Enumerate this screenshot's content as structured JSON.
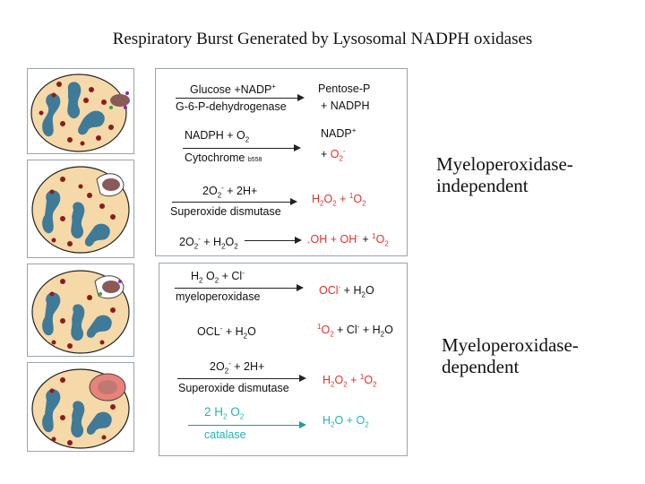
{
  "title": "Respiratory Burst Generated by Lysosomal NADPH oxidases",
  "side_labels": {
    "independent_line1": "Myeloperoxidase-",
    "independent_line2": "independent",
    "dependent_line1": "Myeloperoxidase-",
    "dependent_line2": "dependent"
  },
  "upper": {
    "r1_left": "Glucose +NADP",
    "r1_left_sup": "+",
    "r1_enzyme": "G-6-P-dehydrogenase",
    "r1_right_top": "Pentose-P",
    "r1_right_bottom": "+ NADPH",
    "r2_left": "NADPH + O",
    "r2_left_sub": "2",
    "r2_enzyme": "Cytochrome",
    "r2_enzyme_sub": "b558",
    "r2_right_top": "NADP",
    "r2_right_top_sup": "+",
    "r2_right_bottom_plus": "+ ",
    "r2_right_bottom": "O",
    "r2_right_bottom_sub": "2",
    "r2_right_bottom_sup": "-",
    "r3_left": "2O",
    "r3_left_sub": "2",
    "r3_left_sup": "-",
    "r3_left_rest": " + 2H+",
    "r3_enzyme": "Superoxide dismutase",
    "r3_right": "H",
    "r3_right_sub": "2",
    "r3_right_b": "O",
    "r3_right_b_sub": "2",
    "r3_right_c": " + ",
    "r3_right_c_sup": "1",
    "r3_right_d": "O",
    "r3_right_d_sub": "2",
    "r4_left": "2O",
    "r4_left_sub": "2",
    "r4_left_sup": "-",
    "r4_left_rest": " + H",
    "r4_left_sub2": "2",
    "r4_left_rest2": "O",
    "r4_left_sub3": "2",
    "r4_right": ".OH + OH",
    "r4_right_sup": "-",
    "r4_right_b": " + ",
    "r4_right_b_sup": "1",
    "r4_right_c": "O",
    "r4_right_c_sub": "2"
  },
  "lower": {
    "r1_left": "H",
    "r1_left_sub": "2",
    "r1_left_b": " O",
    "r1_left_b_sub": "2",
    "r1_left_c": " + Cl",
    "r1_left_c_sup": "-",
    "r1_enzyme": "myeloperoxidase",
    "r1_right": "OCl",
    "r1_right_sup": "-",
    "r1_right_b": " + H",
    "r1_right_b_sub": "2",
    "r1_right_c": "O",
    "r2_left": "OCL",
    "r2_left_sup": "-",
    "r2_left_b": " + H",
    "r2_left_b_sub": "2",
    "r2_left_c": "O",
    "r2_right_sup": "1",
    "r2_right": "O",
    "r2_right_sub": "2",
    "r2_right_b": " + Cl",
    "r2_right_b_sup": "-",
    "r2_right_c": " + H",
    "r2_right_c_sub": "2",
    "r2_right_d": "O",
    "r3_left": "2O",
    "r3_left_sub": "2",
    "r3_left_sup": "-",
    "r3_left_rest": " + 2H+",
    "r3_enzyme": "Superoxide dismutase",
    "r3_right": "H",
    "r3_right_sub": "2",
    "r3_right_b": "O",
    "r3_right_b_sub": "2",
    "r3_right_c": " + ",
    "r3_right_c_sup": "1",
    "r3_right_d": "O",
    "r3_right_d_sub": "2",
    "r4_left": "2 H",
    "r4_left_sub": "2",
    "r4_left_b": " O",
    "r4_left_b_sub": "2",
    "r4_enzyme": "catalase",
    "r4_right": "H",
    "r4_right_sub": "2",
    "r4_right_b": "O + O",
    "r4_right_b_sub": "2"
  },
  "colors": {
    "red_text": "#e8302a",
    "teal_text": "#1fb5b5",
    "cell_fill": "#f6d9a8",
    "nucleus": "#3f7a98",
    "granule": "#8b1c1c",
    "bacterium": "#8a5a58",
    "panel_border": "#9aa3ad"
  }
}
